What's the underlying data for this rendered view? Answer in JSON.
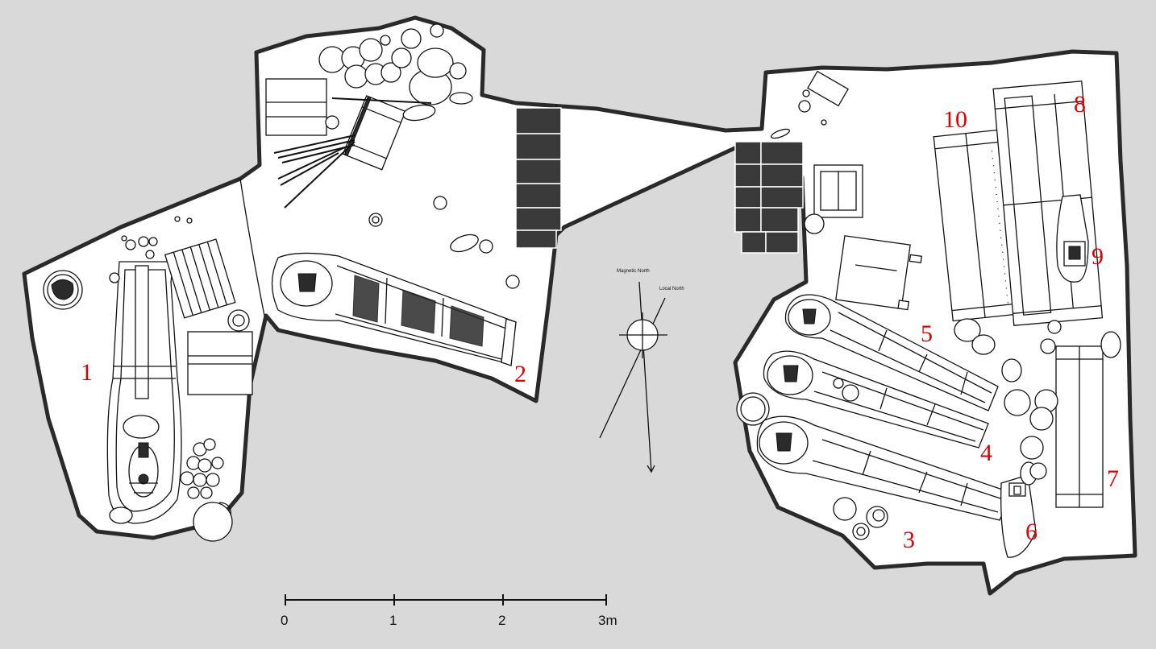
{
  "labels": {
    "n1": "1",
    "n2": "2",
    "n3": "3",
    "n4": "4",
    "n5": "5",
    "n6": "6",
    "n7": "7",
    "n8": "8",
    "n9": "9",
    "n10": "10"
  },
  "compass": {
    "magnetic": "Magnetic North",
    "local": "Local North"
  },
  "scale": {
    "ticks": [
      "0",
      "1",
      "2",
      "3m"
    ]
  },
  "colors": {
    "background": "#d9d9d9",
    "labels": "#e00000"
  }
}
